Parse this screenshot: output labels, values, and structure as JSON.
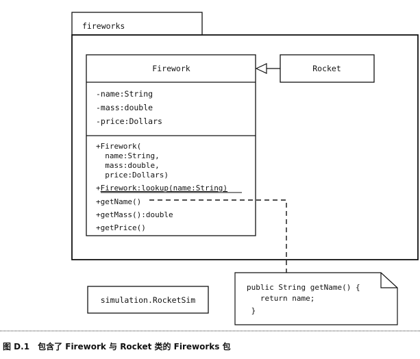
{
  "package": {
    "name": "fireworks"
  },
  "firework_class": {
    "name": "Firework",
    "attributes": [
      "-name:String",
      "-mass:double",
      "-price:Dollars"
    ],
    "constructor_lines": [
      "+Firework(",
      "  name:String,",
      "  mass:double,",
      "  price:Dollars)"
    ],
    "lookup_prefix": "+",
    "lookup_method": "Firework:lookup(name:String)",
    "methods": [
      "+getName()",
      "+getMass():double",
      "+getPrice()"
    ]
  },
  "rocket_class": {
    "name": "Rocket"
  },
  "note": {
    "lines": [
      "public String getName() {",
      "   return name;",
      " }"
    ]
  },
  "sim_class": {
    "name": "simulation.RocketSim"
  },
  "caption": {
    "label": "图 D.1",
    "text": "包含了 Firework 与 Rocket 类的 Fireworks 包"
  }
}
